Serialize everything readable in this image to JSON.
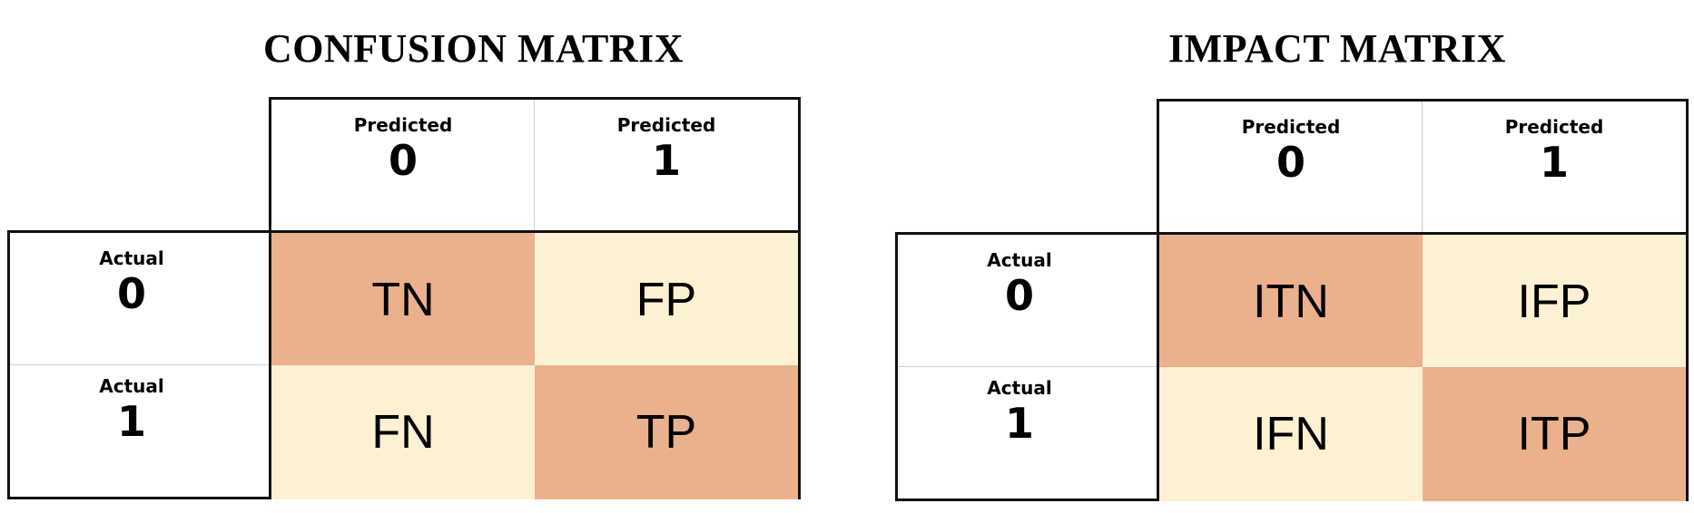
{
  "left_matrix": {
    "title": "CONFUSION MATRIX",
    "col_headers": [
      {
        "label": "Predicted",
        "value": "0"
      },
      {
        "label": "Predicted",
        "value": "1"
      }
    ],
    "row_headers": [
      {
        "label": "Actual",
        "value": "0"
      },
      {
        "label": "Actual",
        "value": "1"
      }
    ],
    "cells": [
      [
        "TN",
        "FP"
      ],
      [
        "FN",
        "TP"
      ]
    ]
  },
  "right_matrix": {
    "title": "IMPACT MATRIX",
    "col_headers": [
      {
        "label": "Predicted",
        "value": "0"
      },
      {
        "label": "Predicted",
        "value": "1"
      }
    ],
    "row_headers": [
      {
        "label": "Actual",
        "value": "0"
      },
      {
        "label": "Actual",
        "value": "1"
      }
    ],
    "cells": [
      [
        "ITN",
        "IFP"
      ],
      [
        "IFN",
        "ITP"
      ]
    ]
  },
  "colors": {
    "diagonal": "#ebb18c",
    "off_diagonal": "#fcf1d2"
  }
}
